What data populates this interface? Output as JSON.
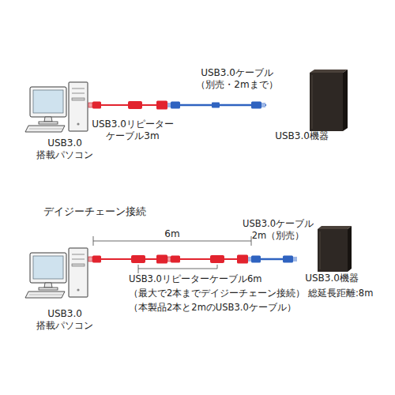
{
  "diagram": {
    "nodes": [
      {
        "text": [
          "USB3.0 搭載パソコン"
        ]
      },
      {
        "text": [
          "USB3.0機器"
        ]
      },
      {
        "text": [
          "USB3.0 搭載パソコン"
        ]
      },
      {
        "text": [
          "USB3.0機器"
        ]
      }
    ],
    "edges": [
      {
        "from": 0,
        "to": 1,
        "arrow": "none"
      },
      {
        "from": 2,
        "to": 3,
        "arrow": "none"
      }
    ],
    "labels": [
      "USB3.0ケーブル （別売・2mまで）",
      "USB3.0リピーター ケーブル3m",
      "デイジーチェーン接続",
      "6m",
      "USB3.0ケーブル 2m（別売）",
      "USB3.0リピーターケーブル6m （最大で2本までデイジーチェーン接続） 総延長距離:8m（本製品2本と2mのUSB3.0ケーブル）"
    ]
  }
}
